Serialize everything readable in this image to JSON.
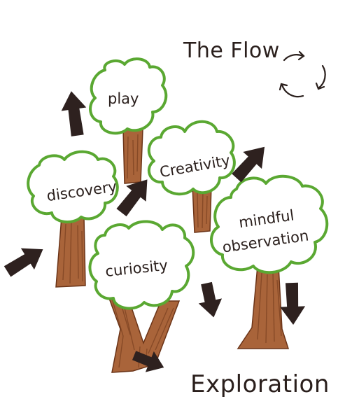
{
  "header": {
    "title": "The Flow"
  },
  "footer": {
    "title": "Exploration"
  },
  "trees": {
    "play": {
      "label": "play"
    },
    "discovery": {
      "label": "discovery"
    },
    "creativity": {
      "label": "Creativity"
    },
    "curiosity": {
      "label": "curiosity"
    },
    "mindful_observation": {
      "line1": "mindful",
      "line2": "observation"
    }
  },
  "colors": {
    "crown_outline": "#5aa832",
    "trunk": "#a9643a",
    "bark_lines": "#6b3418",
    "arrow": "#2e211f",
    "ink": "#2a1f1c"
  },
  "icons": [
    "cycle-arrows-icon",
    "arrow-icon"
  ]
}
